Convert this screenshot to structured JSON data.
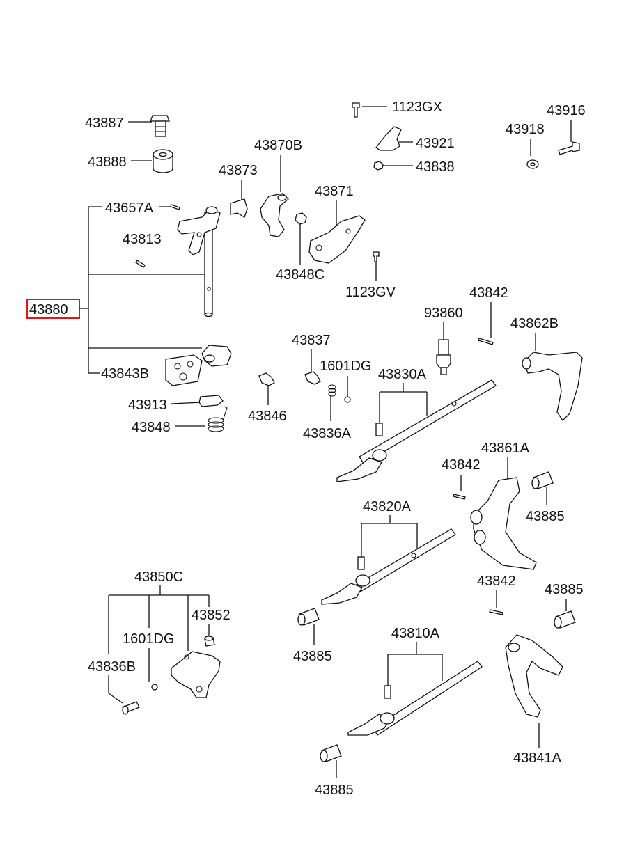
{
  "labels": {
    "p43887": "43887",
    "p43888": "43888",
    "p43657a": "43657A",
    "p43813": "43813",
    "p43880": "43880",
    "p43843b": "43843B",
    "p43913": "43913",
    "p43848": "43848",
    "p43873": "43873",
    "p43870b": "43870B",
    "p43848c": "43848C",
    "p43871": "43871",
    "p1123gv": "1123GV",
    "p1123gx": "1123GX",
    "p43921": "43921",
    "p43838": "43838",
    "p43916": "43916",
    "p43918": "43918",
    "p43837": "43837",
    "p1601dg_a": "1601DG",
    "p43846": "43846",
    "p43836a": "43836A",
    "p43830a": "43830A",
    "p93860": "93860",
    "p43842_a": "43842",
    "p43862b": "43862B",
    "p43842_b": "43842",
    "p43861a": "43861A",
    "p43885_a": "43885",
    "p43820a": "43820A",
    "p43842_c": "43842",
    "p43885_b": "43885",
    "p43850c": "43850C",
    "p43852": "43852",
    "p1601dg_b": "1601DG",
    "p43836b": "43836B",
    "p43885_c": "43885",
    "p43810a": "43810A",
    "p43885_d": "43885",
    "p43841a": "43841A"
  },
  "highlight_color": "#e0141e"
}
